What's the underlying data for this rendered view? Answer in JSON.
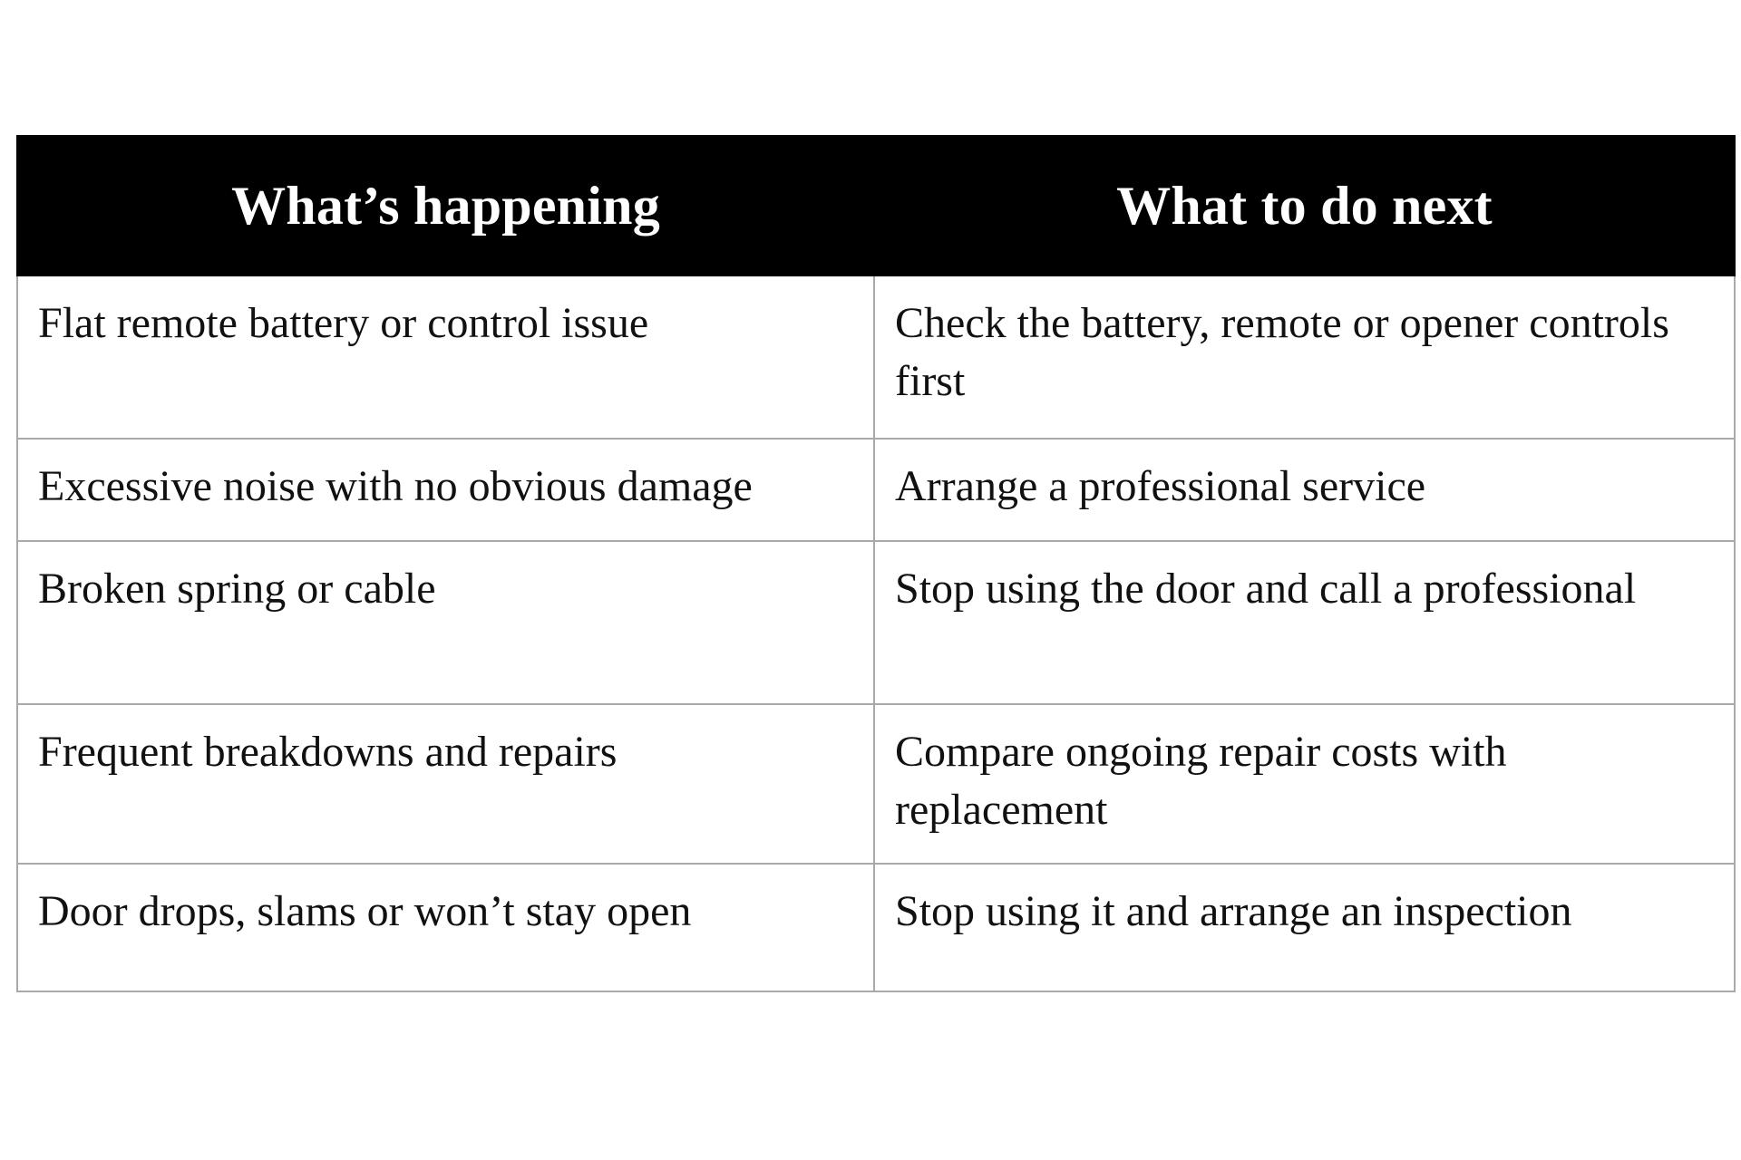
{
  "table": {
    "headers": [
      "What’s happening",
      "What to do next"
    ],
    "rows": [
      [
        "Flat remote battery or control issue",
        "Check the battery, remote or opener controls first"
      ],
      [
        "Excessive noise with no obvious damage",
        "Arrange a professional service"
      ],
      [
        "Broken spring or cable",
        "Stop using the door and call a professional"
      ],
      [
        "Frequent breakdowns and repairs",
        "Compare ongoing repair costs with replacement"
      ],
      [
        "Door drops, slams or won’t stay open",
        "Stop using it and arrange an inspection"
      ]
    ]
  },
  "colors": {
    "header_bg": "#000000",
    "header_text": "#ffffff",
    "border": "#a9a9a9",
    "body_text": "#111111"
  }
}
